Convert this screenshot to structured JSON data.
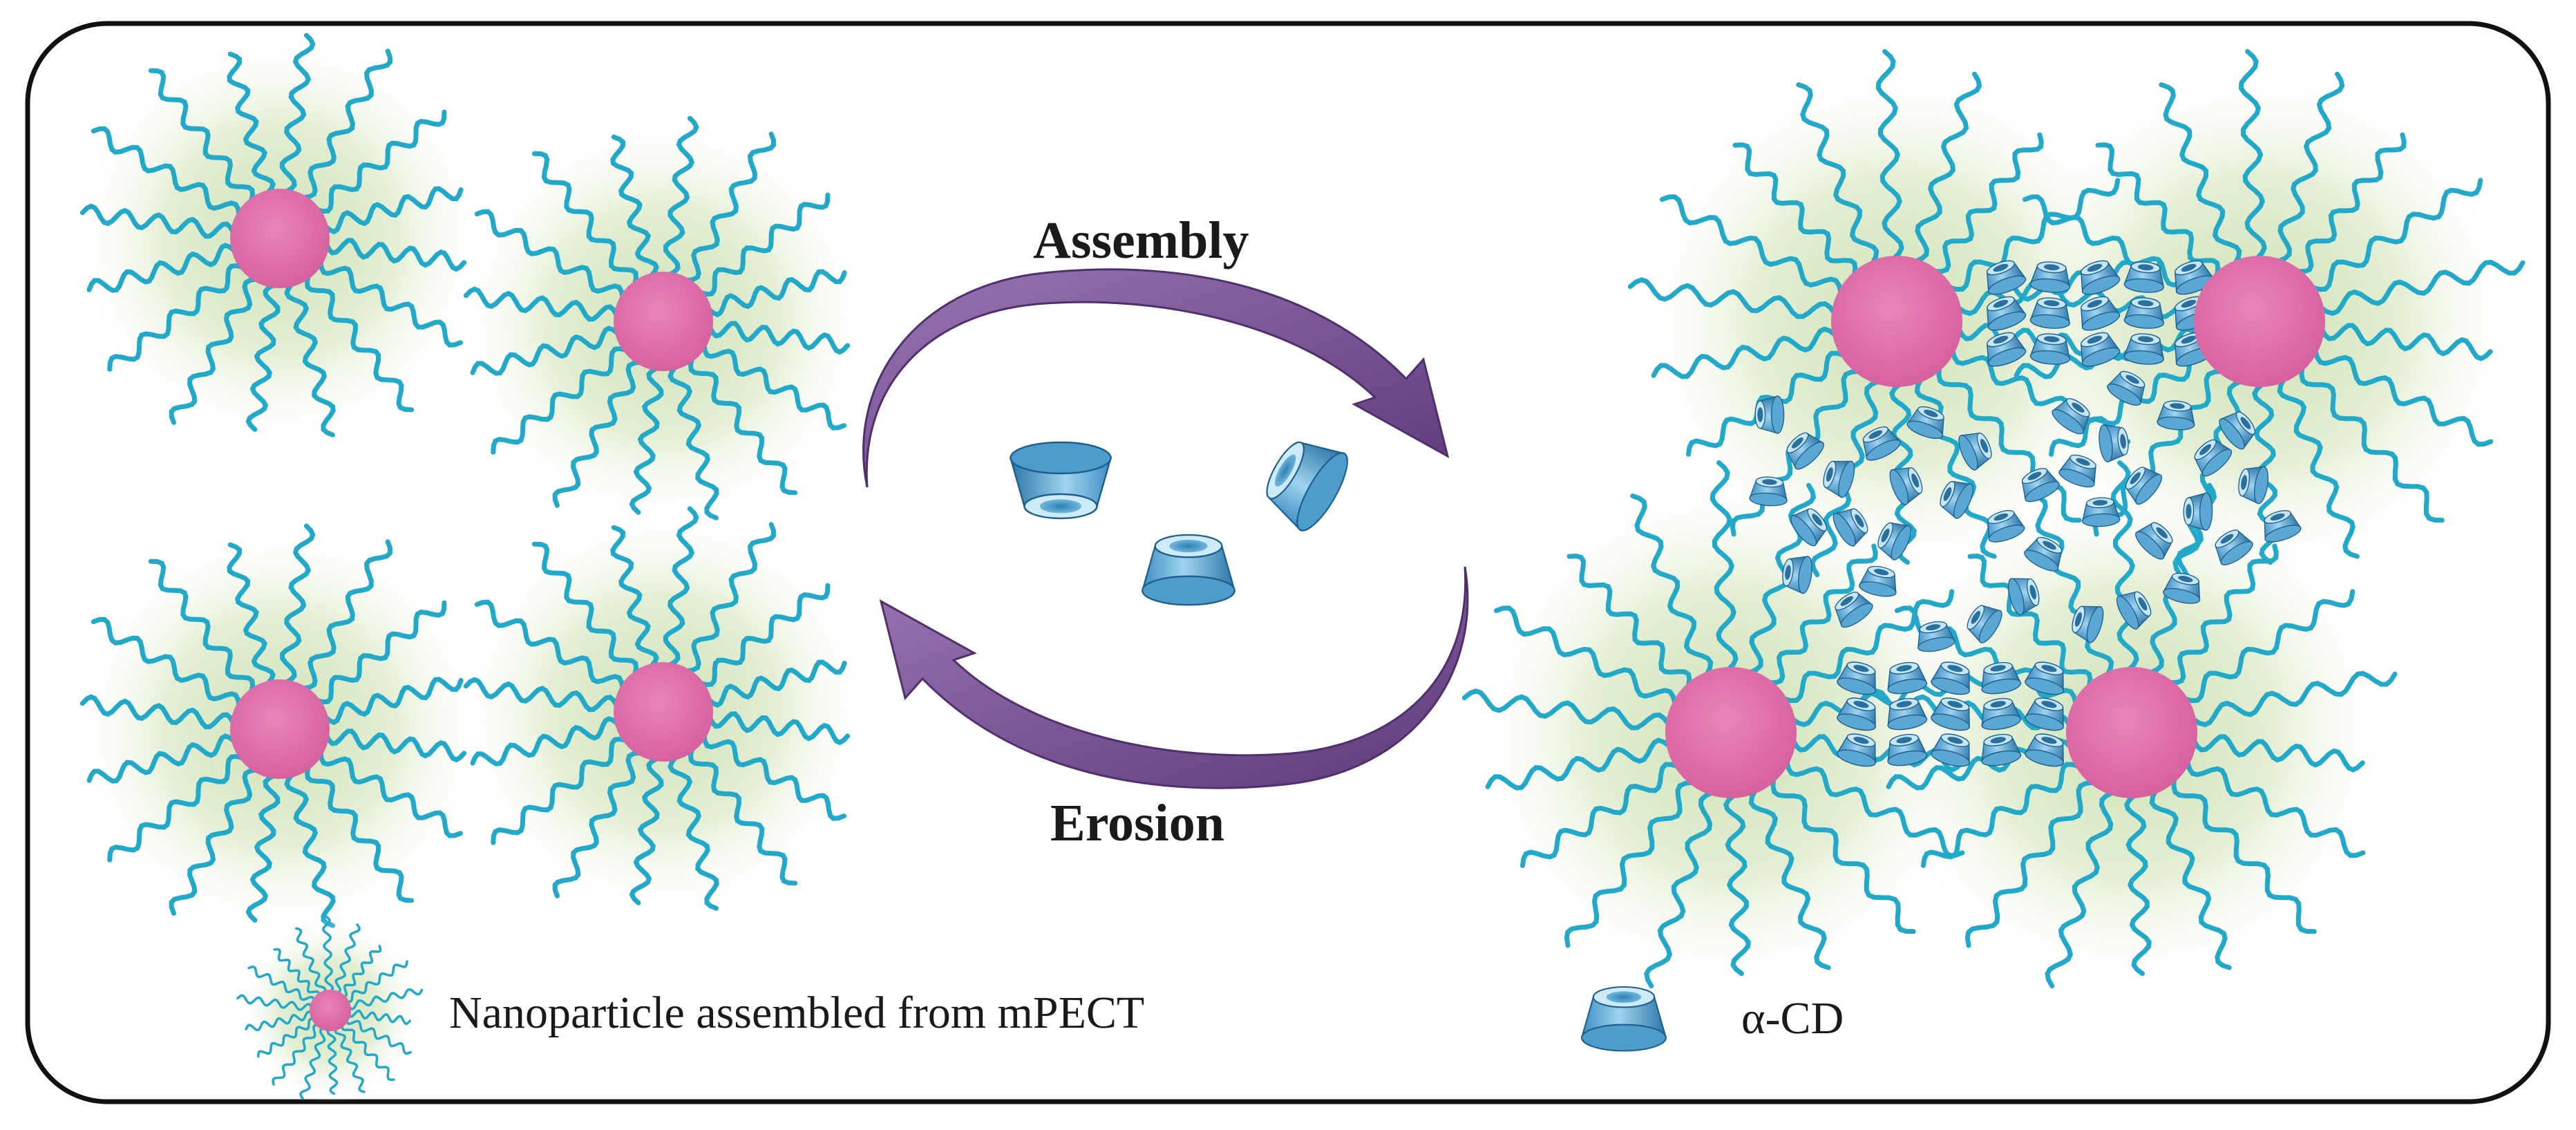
{
  "diagram": {
    "process_top_label": "Assembly",
    "process_bottom_label": "Erosion"
  },
  "legend": {
    "nanoparticle_label": "Nanoparticle assembled from mPECT",
    "cyclodextrin_label": "α-CD"
  },
  "colors": {
    "frame": "#111111",
    "core": "#dc6fa9",
    "chain": "#22a9c9",
    "halo": "#cfe3b4",
    "arrow": "#7a4f95",
    "cd_light": "#a9d6ee",
    "cd_dark": "#2f7fb2"
  }
}
